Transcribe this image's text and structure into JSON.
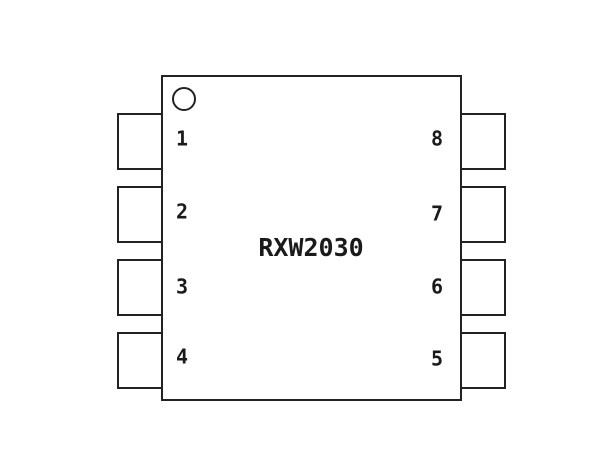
{
  "chip": {
    "name": "RXW2030",
    "left_pins": [
      "1",
      "2",
      "3",
      "4"
    ],
    "right_pins": [
      "8",
      "7",
      "6",
      "5"
    ]
  },
  "colors": {
    "outline": "#222222",
    "text": "#1a1a1a",
    "background": "#ffffff"
  }
}
